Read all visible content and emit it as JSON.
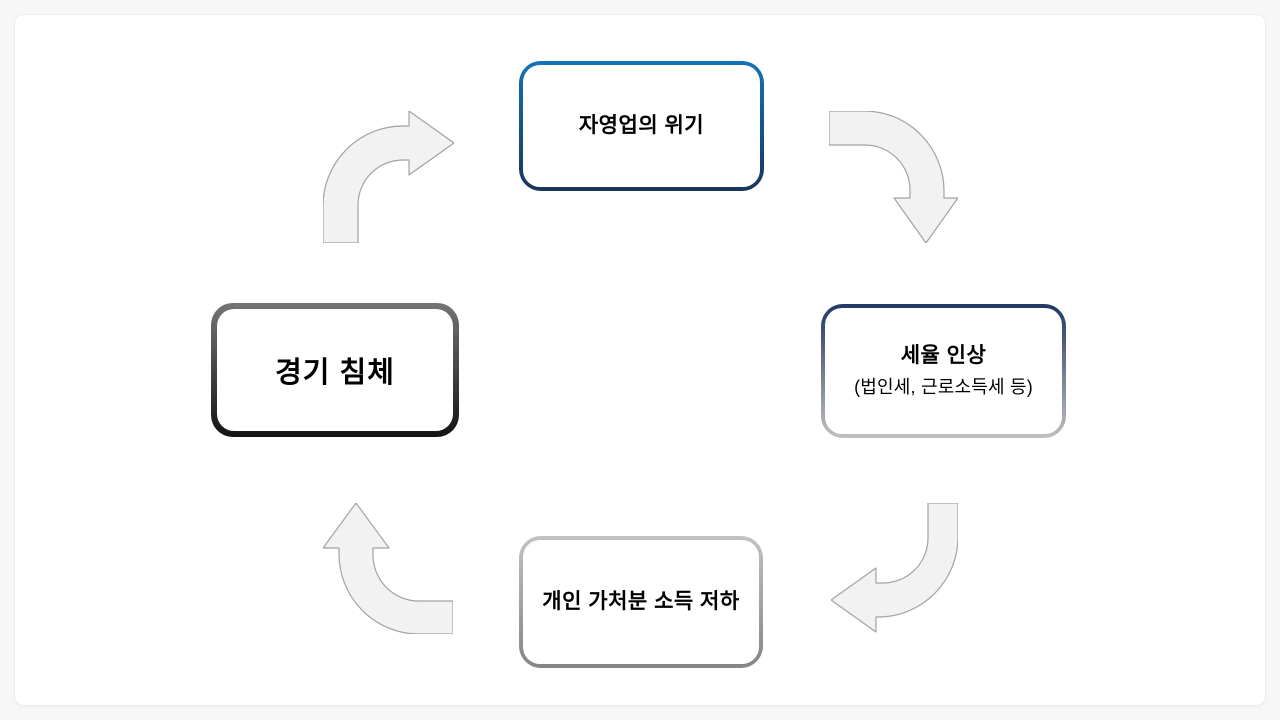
{
  "page": {
    "background": "#f7f7f7",
    "card_background": "#ffffff"
  },
  "diagram": {
    "type": "cycle",
    "nodes": [
      {
        "id": "self-employment-crisis",
        "position": "top",
        "label": "자영업의 위기",
        "border_top": "#1473ba",
        "border_bottom": "#16365a"
      },
      {
        "id": "tax-rate-increase",
        "position": "right",
        "label": "세율 인상",
        "sublabel": "(법인세, 근로소득세 등)",
        "border_top": "#203864",
        "border_bottom": "#c0c0c0"
      },
      {
        "id": "disposable-income-decline",
        "position": "bottom",
        "label": "개인 가처분 소득 저하",
        "border_top": "#c2c2c2",
        "border_bottom": "#858585"
      },
      {
        "id": "economic-recession",
        "position": "left",
        "label": "경기 침체",
        "border_top": "#757575",
        "border_bottom": "#141414"
      }
    ],
    "arrows": [
      {
        "from": "economic-recession",
        "to": "self-employment-crisis",
        "shape": "up-then-right"
      },
      {
        "from": "self-employment-crisis",
        "to": "tax-rate-increase",
        "shape": "right-then-down"
      },
      {
        "from": "tax-rate-increase",
        "to": "disposable-income-decline",
        "shape": "down-then-left"
      },
      {
        "from": "disposable-income-decline",
        "to": "economic-recession",
        "shape": "left-then-up"
      }
    ],
    "colors": {
      "arrow_fill": "#f2f2f2",
      "arrow_stroke": "#a3a3a3",
      "text": "#000000"
    }
  }
}
